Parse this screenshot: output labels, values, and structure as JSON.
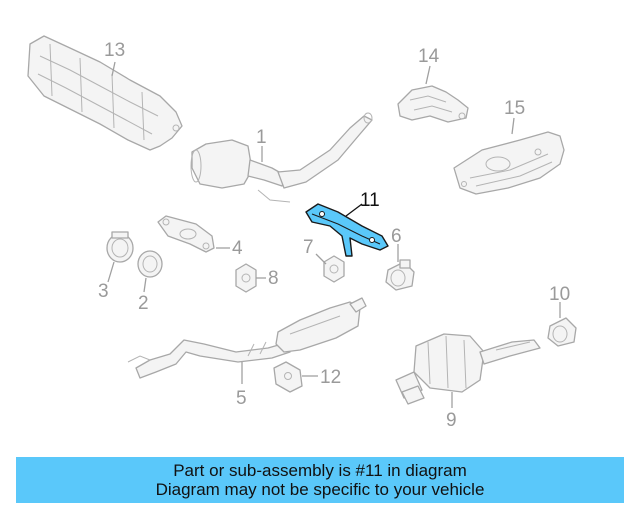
{
  "callouts": {
    "c1": "1",
    "c2": "2",
    "c3": "3",
    "c4": "4",
    "c5": "5",
    "c6": "6",
    "c7": "7",
    "c8": "8",
    "c9": "9",
    "c10": "10",
    "c11": "11",
    "c12": "12",
    "c13": "13",
    "c14": "14",
    "c15": "15"
  },
  "highlight": {
    "part_number": "11",
    "color": "#5ac8fa",
    "callout_color": "#111111"
  },
  "banner": {
    "line1": "Part or sub-assembly is #11 in diagram",
    "line2": "Diagram may not be specific to your vehicle",
    "background": "#5ac8fa"
  }
}
